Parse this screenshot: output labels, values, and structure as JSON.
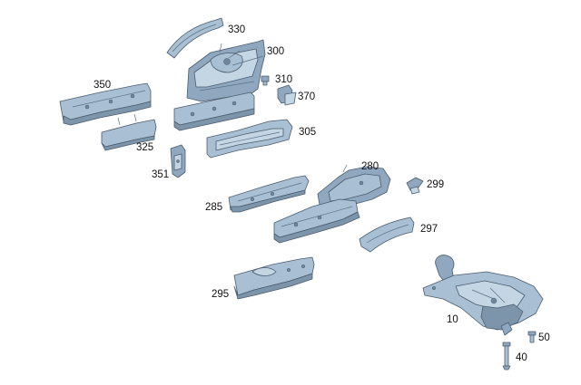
{
  "diagram": {
    "callouts": [
      "330",
      "300",
      "310",
      "370",
      "350",
      "325",
      "305",
      "351",
      "280",
      "299",
      "285",
      "297",
      "295",
      "10",
      "50",
      "40"
    ]
  }
}
